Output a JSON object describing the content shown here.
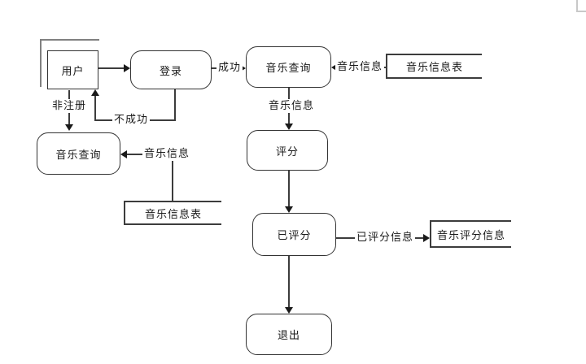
{
  "diagram": {
    "nodes": {
      "user": "用户",
      "login": "登录",
      "music_query_top": "音乐查询",
      "music_info_table_top": "音乐信息表",
      "music_query_left": "音乐查询",
      "music_info_table_left": "音乐信息表",
      "rating": "评分",
      "rated": "已评分",
      "music_rating_info": "音乐评分信息",
      "exit": "退出"
    },
    "edge_labels": {
      "success": "成功",
      "fail": "不成功",
      "unregistered": "非注册",
      "music_info_to_query_top": "音乐信息",
      "music_info_between": "音乐信息",
      "music_info_to_query_left": "音乐信息",
      "rated_info": "已评分信息"
    },
    "colors": {
      "line": "#3c3c3c",
      "box_border": "#333333",
      "shadow_line": "#808080",
      "corner_mark": "#c8c8c8",
      "background": "#ffffff"
    }
  }
}
